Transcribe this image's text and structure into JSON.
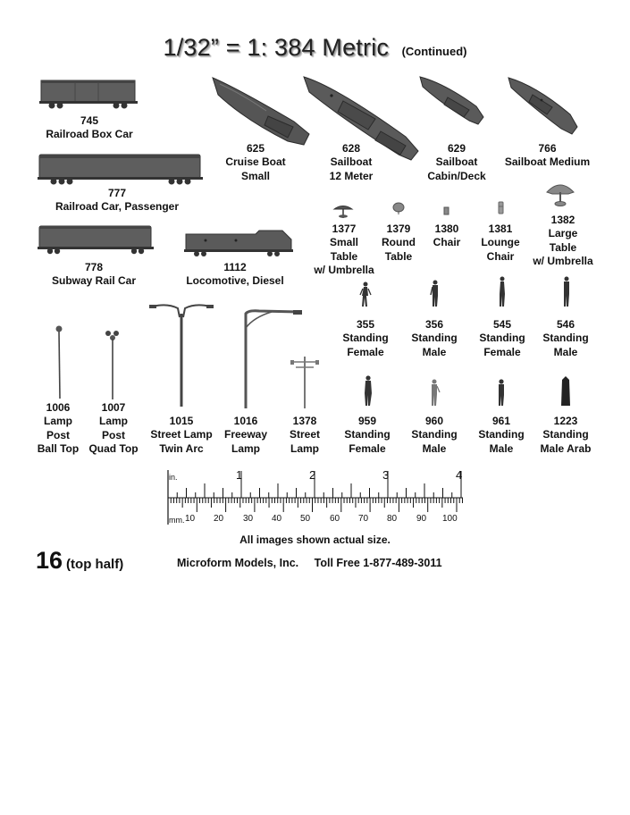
{
  "title": {
    "main": "1/32” = 1: 384 Metric",
    "continued": "(Continued)"
  },
  "items": [
    {
      "id": "745",
      "lines": [
        "745",
        "Railroad Box Car"
      ]
    },
    {
      "id": "777",
      "lines": [
        "777",
        "Railroad Car, Passenger"
      ]
    },
    {
      "id": "778",
      "lines": [
        "778",
        "Subway Rail Car"
      ]
    },
    {
      "id": "1112",
      "lines": [
        "1112",
        "Locomotive, Diesel"
      ]
    },
    {
      "id": "625",
      "lines": [
        "625",
        "Cruise Boat",
        "Small"
      ]
    },
    {
      "id": "628",
      "lines": [
        "628",
        "Sailboat",
        "12 Meter"
      ]
    },
    {
      "id": "629",
      "lines": [
        "629",
        "Sailboat",
        "Cabin/Deck"
      ]
    },
    {
      "id": "766",
      "lines": [
        "766",
        "Sailboat Medium"
      ]
    },
    {
      "id": "1377",
      "lines": [
        "1377",
        "Small",
        "Table",
        "w/ Umbrella"
      ]
    },
    {
      "id": "1379",
      "lines": [
        "1379",
        "Round",
        "Table"
      ]
    },
    {
      "id": "1380",
      "lines": [
        "1380",
        "Chair"
      ]
    },
    {
      "id": "1381",
      "lines": [
        "1381",
        "Lounge",
        "Chair"
      ]
    },
    {
      "id": "1382",
      "lines": [
        "1382",
        "Large",
        "Table",
        "w/ Umbrella"
      ]
    },
    {
      "id": "355",
      "lines": [
        "355",
        "Standing",
        "Female"
      ]
    },
    {
      "id": "356",
      "lines": [
        "356",
        "Standing",
        "Male"
      ]
    },
    {
      "id": "545",
      "lines": [
        "545",
        "Standing",
        "Female"
      ]
    },
    {
      "id": "546",
      "lines": [
        "546",
        "Standing",
        "Male"
      ]
    },
    {
      "id": "1006",
      "lines": [
        "1006",
        "Lamp",
        "Post",
        "Ball Top"
      ]
    },
    {
      "id": "1007",
      "lines": [
        "1007",
        "Lamp",
        "Post",
        "Quad Top"
      ]
    },
    {
      "id": "1015",
      "lines": [
        "1015",
        "Street Lamp",
        "Twin Arc"
      ]
    },
    {
      "id": "1016",
      "lines": [
        "1016",
        "Freeway",
        "Lamp"
      ]
    },
    {
      "id": "1378",
      "lines": [
        "1378",
        "Street",
        "Lamp"
      ]
    },
    {
      "id": "959",
      "lines": [
        "959",
        "Standing",
        "Female"
      ]
    },
    {
      "id": "960",
      "lines": [
        "960",
        "Standing",
        "Male"
      ]
    },
    {
      "id": "961",
      "lines": [
        "961",
        "Standing",
        "Male"
      ]
    },
    {
      "id": "1223",
      "lines": [
        "1223",
        "Standing",
        "Male Arab"
      ]
    }
  ],
  "ruler": {
    "inch_label": "in.",
    "mm_label": "mm.",
    "inch_numbers": [
      "1",
      "2",
      "3",
      "4"
    ],
    "mm_numbers": [
      "10",
      "20",
      "30",
      "40",
      "50",
      "60",
      "70",
      "80",
      "90",
      "100"
    ]
  },
  "caption": "All images shown actual size.",
  "footer": {
    "page_number": "16",
    "page_note": "(top half)",
    "company": "Microform Models, Inc.",
    "phone": "Toll Free 1-877-489-3011"
  },
  "colors": {
    "model_gray": "#5a5a5a",
    "model_dark": "#333333",
    "text": "#111111"
  }
}
